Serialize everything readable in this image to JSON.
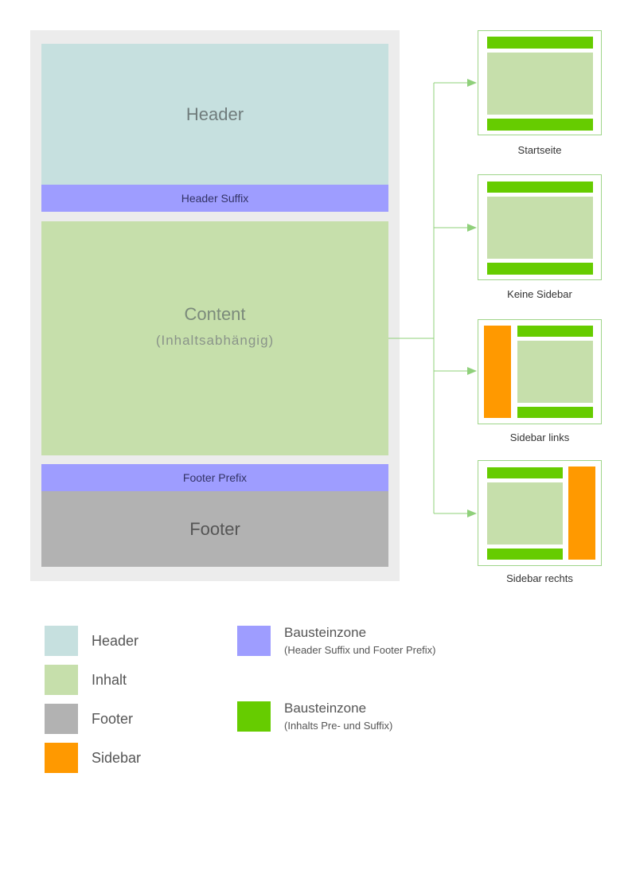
{
  "colors": {
    "header": "#c6e0df",
    "bausteinzone_blue": "#9e9dff",
    "content": "#c6dfab",
    "footer": "#b2b2b2",
    "sidebar": "#ff9900",
    "bausteinzone_green": "#66cc00",
    "connector": "#8fd07a"
  },
  "diagram": {
    "header": "Header",
    "header_suffix": "Header Suffix",
    "content": "Content",
    "content_note": "(Inhaltsabhängig)",
    "footer_prefix": "Footer Prefix",
    "footer": "Footer"
  },
  "layouts": [
    {
      "caption": "Startseite",
      "sidebar": "none"
    },
    {
      "caption": "Keine Sidebar",
      "sidebar": "none"
    },
    {
      "caption": "Sidebar links",
      "sidebar": "left"
    },
    {
      "caption": "Sidebar rechts",
      "sidebar": "right"
    }
  ],
  "legend": {
    "items": [
      {
        "label": "Header"
      },
      {
        "label": "Inhalt"
      },
      {
        "label": "Footer"
      },
      {
        "label": "Sidebar"
      }
    ],
    "zones": [
      {
        "title": "Bausteinzone",
        "note": "(Header Suffix und Footer Prefix)"
      },
      {
        "title": "Bausteinzone",
        "note": "(Inhalts Pre- und Suffix)"
      }
    ]
  }
}
